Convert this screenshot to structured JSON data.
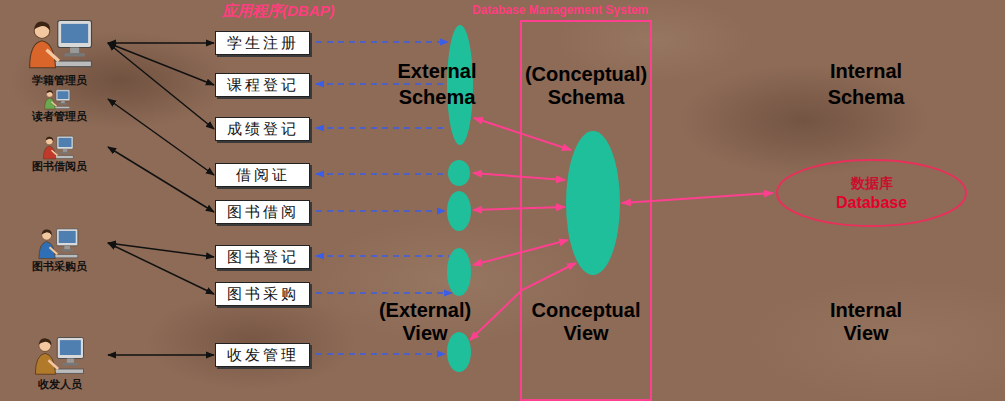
{
  "diagram": {
    "nodes": [
      {
        "text": [
          "学籍管理员"
        ]
      },
      {
        "text": [
          "学生注册"
        ]
      },
      {
        "text": [
          "课程登记"
        ]
      },
      {
        "text": [
          "成绩登记"
        ]
      },
      {
        "text": [
          "读者管理员"
        ]
      },
      {
        "text": [
          "借阅证"
        ]
      },
      {
        "text": [
          "图书借阅员"
        ]
      },
      {
        "text": [
          "图书借阅"
        ]
      },
      {
        "text": [
          "图书采购员"
        ]
      },
      {
        "text": [
          "图书登记"
        ]
      },
      {
        "text": [
          "图书采购"
        ]
      },
      {
        "text": [
          "收发人员"
        ]
      },
      {
        "text": [
          "收发管理"
        ]
      },
      {
        "text": [
          "Database Management System",
          "(Conceptual) Schema",
          "Conceptual View"
        ]
      },
      {
        "text": [
          "数据库",
          "Database"
        ]
      }
    ],
    "edges": [
      {
        "from": 0,
        "to": 1,
        "arrow": "both"
      },
      {
        "from": 0,
        "to": 2,
        "arrow": "both"
      },
      {
        "from": 0,
        "to": 3,
        "arrow": "both"
      },
      {
        "from": 4,
        "to": 5,
        "arrow": "both"
      },
      {
        "from": 6,
        "to": 7,
        "arrow": "both"
      },
      {
        "from": 8,
        "to": 9,
        "arrow": "both"
      },
      {
        "from": 8,
        "to": 10,
        "arrow": "both"
      },
      {
        "from": 11,
        "to": 12,
        "arrow": "both"
      }
    ],
    "labels": [
      "应用程序(DBAP)",
      "External Schema",
      "Internal Schema",
      "(External) View",
      "Internal View"
    ]
  }
}
